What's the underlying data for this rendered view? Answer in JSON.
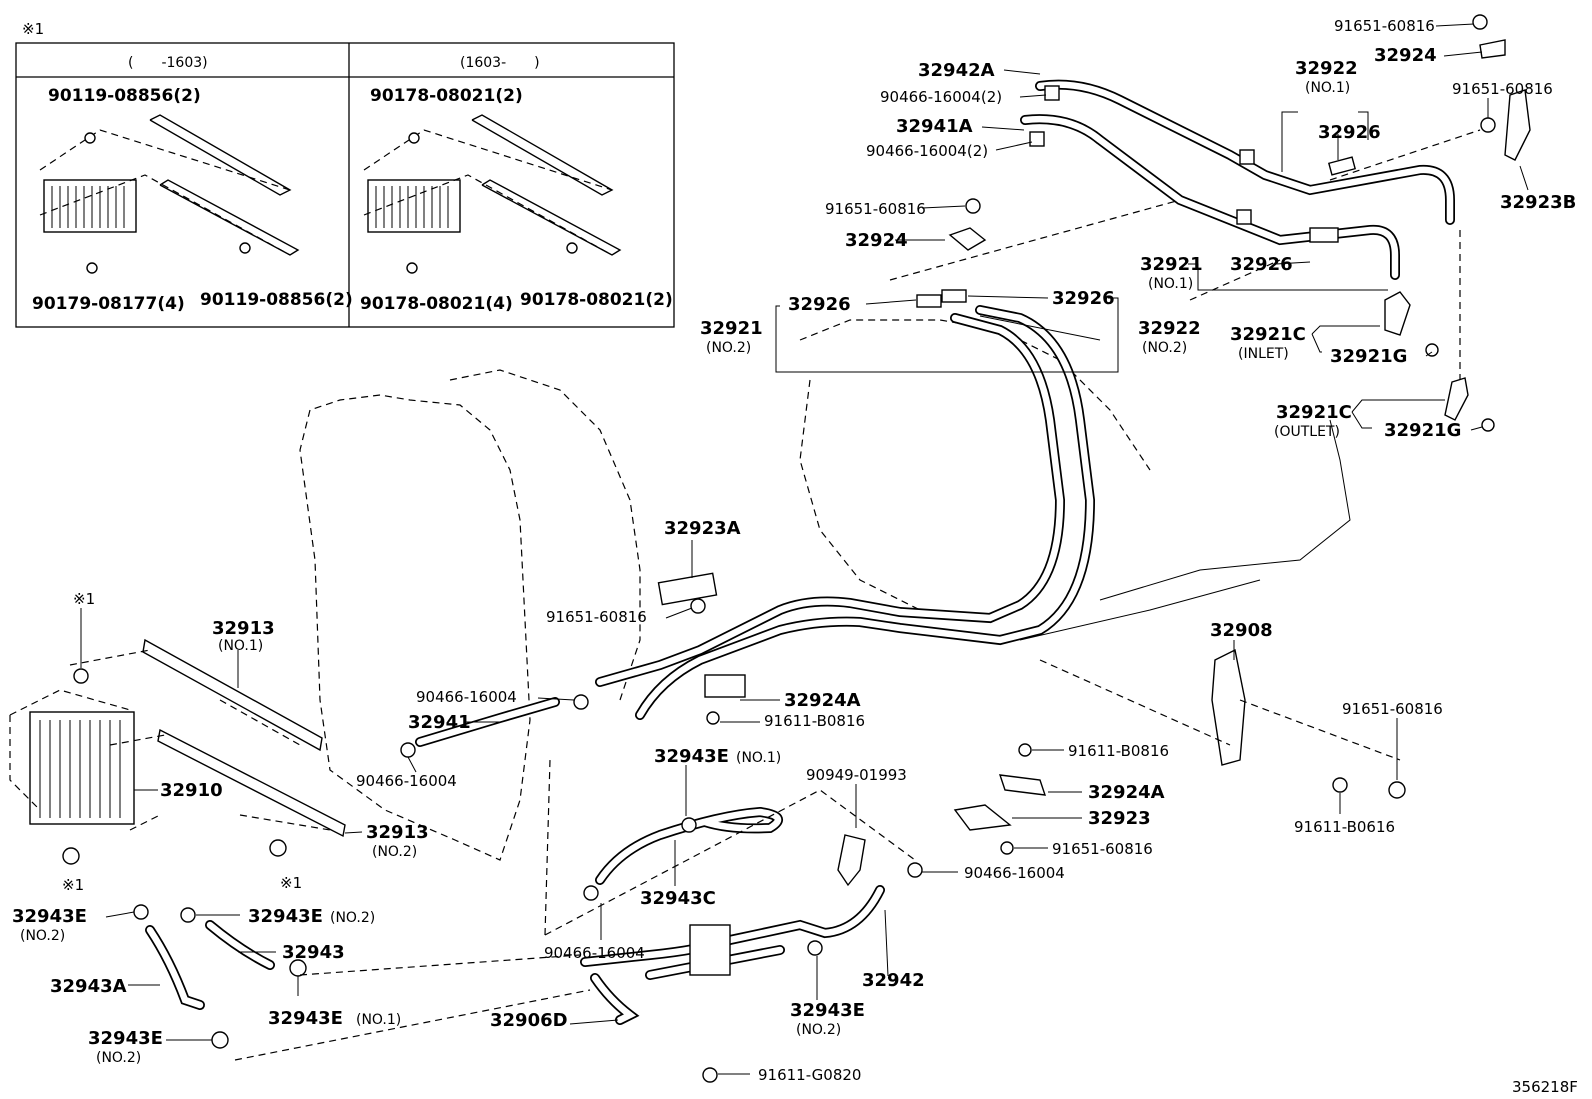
{
  "inset": {
    "marker": "※1",
    "left_header": "(　　-1603)",
    "right_header": "(1603-　　)",
    "left_labels": [
      "90119-08856(2)",
      "90179-08177(4)",
      "90119-08856(2)"
    ],
    "right_labels": [
      "90178-08021(2)",
      "90178-08021(4)",
      "90178-08021(2)"
    ]
  },
  "callouts": [
    {
      "id": "c1",
      "text": "91651-60816"
    },
    {
      "id": "c2",
      "text": "32924"
    },
    {
      "id": "c3",
      "text": "32942A"
    },
    {
      "id": "c4",
      "text": "90466-16004(2)"
    },
    {
      "id": "c5",
      "text": "32922"
    },
    {
      "id": "c6",
      "text": "(NO.1)"
    },
    {
      "id": "c7",
      "text": "91651-60816"
    },
    {
      "id": "c8",
      "text": "32941A"
    },
    {
      "id": "c9",
      "text": "90466-16004(2)"
    },
    {
      "id": "c10",
      "text": "32926"
    },
    {
      "id": "c11",
      "text": "32923B"
    },
    {
      "id": "c12",
      "text": "91651-60816"
    },
    {
      "id": "c13",
      "text": "32924"
    },
    {
      "id": "c14",
      "text": "32921"
    },
    {
      "id": "c15",
      "text": "32926"
    },
    {
      "id": "c16",
      "text": "(NO.1)"
    },
    {
      "id": "c17",
      "text": "32926"
    },
    {
      "id": "c18",
      "text": "32926"
    },
    {
      "id": "c19",
      "text": "32921"
    },
    {
      "id": "c20",
      "text": "(NO.2)"
    },
    {
      "id": "c21",
      "text": "32922"
    },
    {
      "id": "c22",
      "text": "(NO.2)"
    },
    {
      "id": "c23",
      "text": "32921C"
    },
    {
      "id": "c24",
      "text": "(INLET)"
    },
    {
      "id": "c25",
      "text": "32921G"
    },
    {
      "id": "c26",
      "text": "32921C"
    },
    {
      "id": "c27",
      "text": "(OUTLET)"
    },
    {
      "id": "c28",
      "text": "32921G"
    },
    {
      "id": "c29",
      "text": "32923A"
    },
    {
      "id": "c30",
      "text": "91651-60816"
    },
    {
      "id": "c31",
      "text": "※1"
    },
    {
      "id": "c32",
      "text": "32913"
    },
    {
      "id": "c33",
      "text": "(NO.1)"
    },
    {
      "id": "c34",
      "text": "90466-16004"
    },
    {
      "id": "c35",
      "text": "32941"
    },
    {
      "id": "c36",
      "text": "32924A"
    },
    {
      "id": "c37",
      "text": "91611-B0816"
    },
    {
      "id": "c38",
      "text": "32908"
    },
    {
      "id": "c39",
      "text": "91651-60816"
    },
    {
      "id": "c40",
      "text": "90466-16004"
    },
    {
      "id": "c41",
      "text": "32943E"
    },
    {
      "id": "c42",
      "text": "(NO.1)"
    },
    {
      "id": "c43",
      "text": "91611-B0816"
    },
    {
      "id": "c44",
      "text": "90949-01993"
    },
    {
      "id": "c45",
      "text": "32910"
    },
    {
      "id": "c46",
      "text": "32924A"
    },
    {
      "id": "c47",
      "text": "32923"
    },
    {
      "id": "c48",
      "text": "91651-60816"
    },
    {
      "id": "c49",
      "text": "91611-B0616"
    },
    {
      "id": "c50",
      "text": "32913"
    },
    {
      "id": "c51",
      "text": "(NO.2)"
    },
    {
      "id": "c52",
      "text": "※1"
    },
    {
      "id": "c53",
      "text": "※1"
    },
    {
      "id": "c54",
      "text": "90466-16004"
    },
    {
      "id": "c55",
      "text": "32943C"
    },
    {
      "id": "c56",
      "text": "32943E"
    },
    {
      "id": "c57",
      "text": "(NO.2)"
    },
    {
      "id": "c58",
      "text": "32943E"
    },
    {
      "id": "c59",
      "text": "(NO.2)"
    },
    {
      "id": "c60",
      "text": "32943"
    },
    {
      "id": "c61",
      "text": "90466-16004"
    },
    {
      "id": "c62",
      "text": "32943A"
    },
    {
      "id": "c63",
      "text": "32942"
    },
    {
      "id": "c64",
      "text": "32943E"
    },
    {
      "id": "c65",
      "text": "(NO.1)"
    },
    {
      "id": "c66",
      "text": "32943E"
    },
    {
      "id": "c67",
      "text": "(NO.2)"
    },
    {
      "id": "c68",
      "text": "32906D"
    },
    {
      "id": "c69",
      "text": "32943E"
    },
    {
      "id": "c70",
      "text": "(NO.2)"
    },
    {
      "id": "c71",
      "text": "91611-G0820"
    }
  ],
  "footer": {
    "diagram_id": "356218F"
  }
}
